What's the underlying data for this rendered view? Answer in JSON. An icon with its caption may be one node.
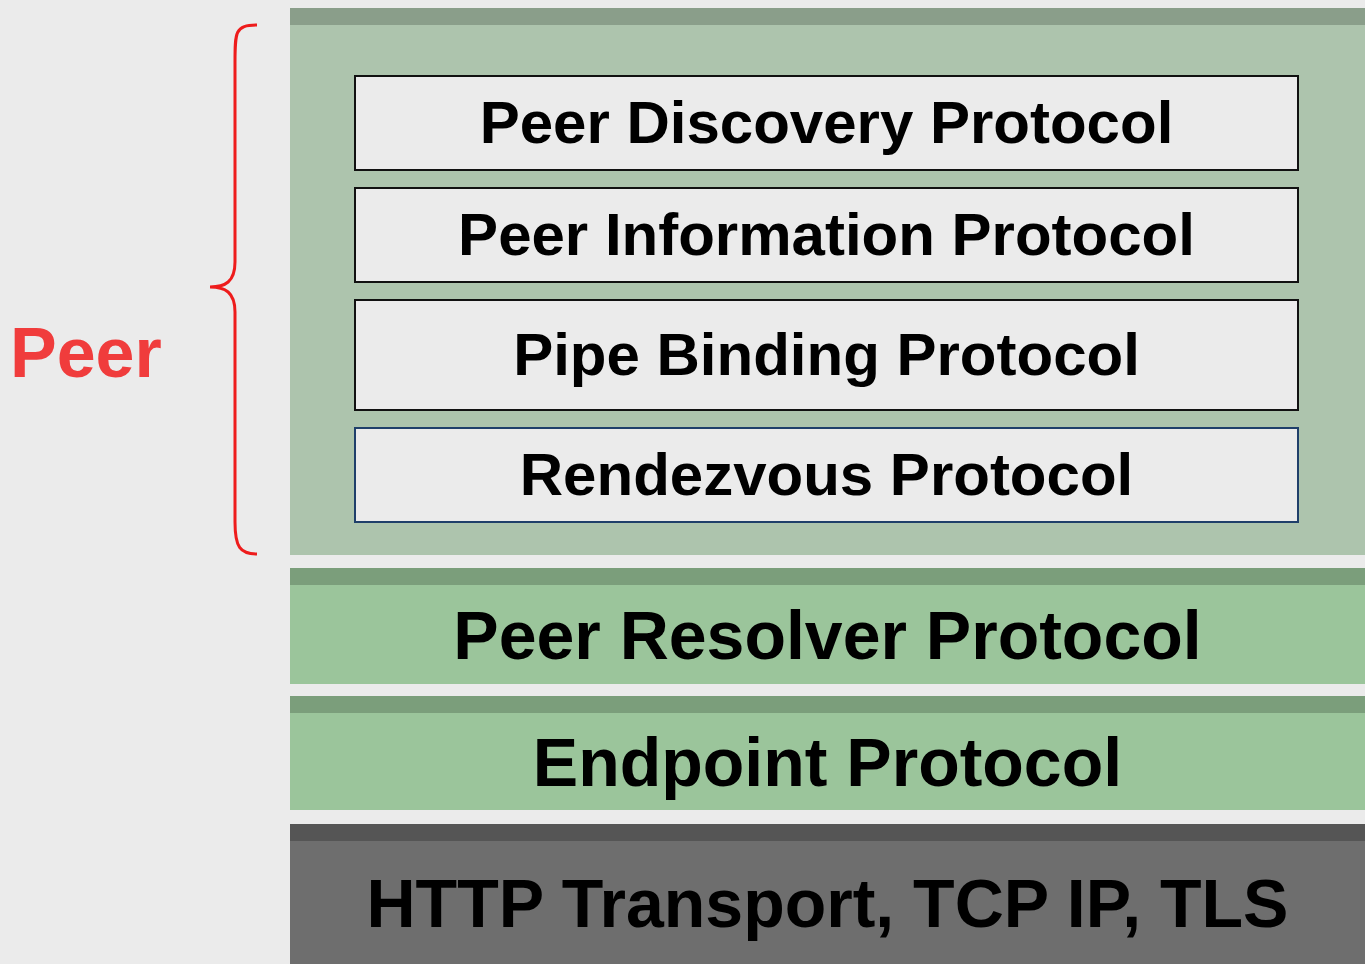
{
  "diagram": {
    "nodes": [
      {
        "text": [],
        "shape": "box"
      },
      {
        "text": [
          "Peer Discovery Protocol"
        ],
        "in": 0
      },
      {
        "text": [
          "Peer Information Protocol"
        ],
        "in": 0
      },
      {
        "text": [
          "Pipe Binding Protocol"
        ],
        "in": 0
      },
      {
        "text": [
          "Rendezvous Protocol"
        ],
        "in": 0
      },
      {
        "text": [
          "Peer Resolver Protocol"
        ]
      },
      {
        "text": [
          "Endpoint Protocol"
        ]
      },
      {
        "text": [
          "HTTP Transport, TCP IP, TLS"
        ]
      }
    ],
    "labels": [
      "Peer"
    ]
  }
}
